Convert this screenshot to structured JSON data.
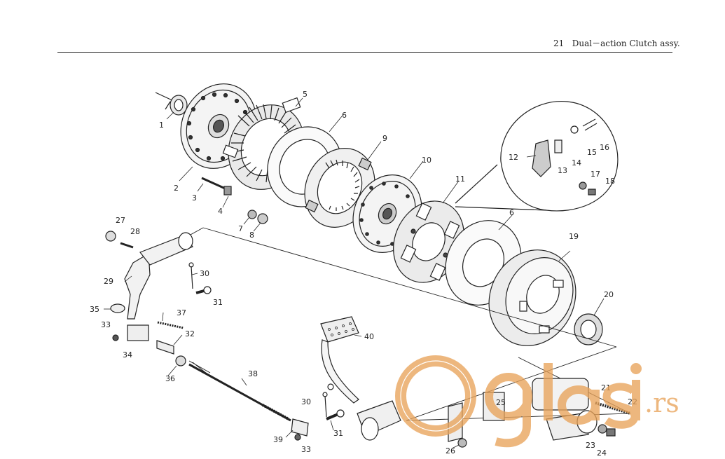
{
  "header": {
    "section_number": "21",
    "title": "Dual－action Clutch assy."
  },
  "watermark": {
    "brand": "Oglasi",
    "tld": ".rs",
    "color": "#e8a35a"
  },
  "parts": [
    {
      "label": "1"
    },
    {
      "label": "2"
    },
    {
      "label": "3"
    },
    {
      "label": "4"
    },
    {
      "label": "5"
    },
    {
      "label": "6"
    },
    {
      "label": "7"
    },
    {
      "label": "8"
    },
    {
      "label": "9"
    },
    {
      "label": "10"
    },
    {
      "label": "11"
    },
    {
      "label": "6"
    },
    {
      "label": "12"
    },
    {
      "label": "13"
    },
    {
      "label": "14"
    },
    {
      "label": "15"
    },
    {
      "label": "16"
    },
    {
      "label": "17"
    },
    {
      "label": "18"
    },
    {
      "label": "19"
    },
    {
      "label": "20"
    },
    {
      "label": "27"
    },
    {
      "label": "28"
    },
    {
      "label": "29"
    },
    {
      "label": "30"
    },
    {
      "label": "31"
    },
    {
      "label": "35"
    },
    {
      "label": "37"
    },
    {
      "label": "33"
    },
    {
      "label": "34"
    },
    {
      "label": "32"
    },
    {
      "label": "36"
    },
    {
      "label": "38"
    },
    {
      "label": "40"
    },
    {
      "label": "30"
    },
    {
      "label": "31"
    },
    {
      "label": "39"
    },
    {
      "label": "33"
    },
    {
      "label": "25"
    },
    {
      "label": "21"
    },
    {
      "label": "22"
    },
    {
      "label": "26"
    },
    {
      "label": "23"
    },
    {
      "label": "24"
    }
  ]
}
